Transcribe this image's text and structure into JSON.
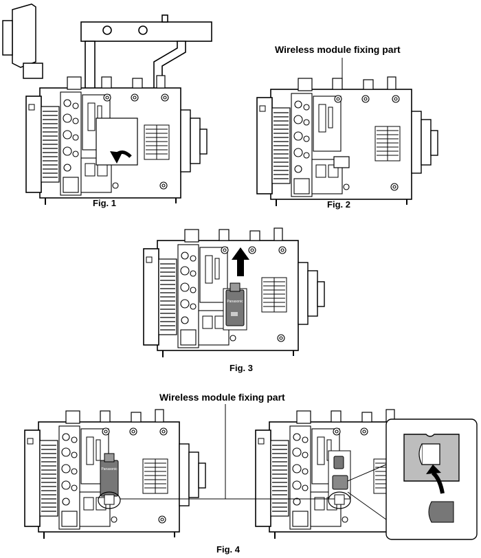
{
  "figures": [
    {
      "id": "fig1",
      "caption": "Fig. 1"
    },
    {
      "id": "fig2",
      "caption": "Fig. 2",
      "callout": "Wireless module fixing part"
    },
    {
      "id": "fig3",
      "caption": "Fig. 3",
      "module_brand": "Panasonic"
    },
    {
      "id": "fig4",
      "caption": "Fig. 4",
      "callout": "Wireless module fixing part",
      "module_brand": "Panasonic"
    }
  ]
}
